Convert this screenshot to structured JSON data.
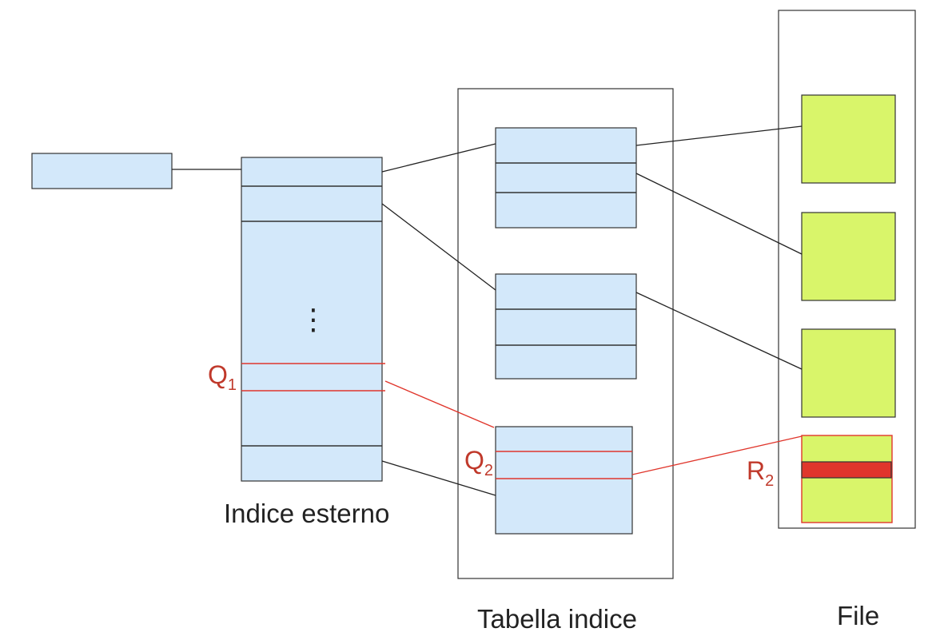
{
  "labels": {
    "outer_index": "Indice esterno",
    "index_table": "Tabella indice",
    "file": "File",
    "q1": "Q",
    "q1_sub": "1",
    "q2": "Q",
    "q2_sub": "2",
    "r2": "R",
    "r2_sub": "2",
    "ellipsis": "⋮"
  },
  "colors": {
    "index_fill": "#d3e8fa",
    "file_block_fill": "#d9f56a",
    "highlight": "#e0362c",
    "outline": "#333333"
  }
}
